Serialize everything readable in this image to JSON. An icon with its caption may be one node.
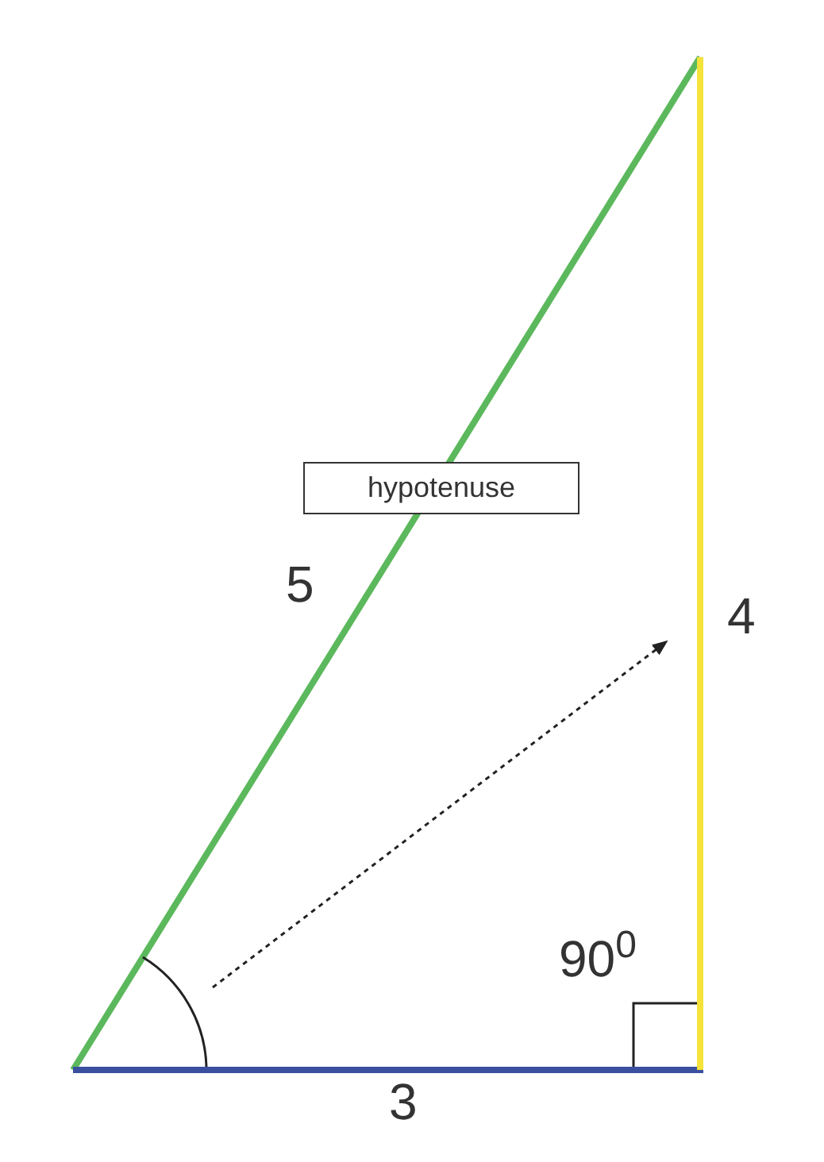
{
  "diagram": {
    "nodes": [
      {
        "text": [
          "hypotenuse"
        ]
      }
    ],
    "labels": [
      "5",
      "4",
      "90$^{0}$",
      "3"
    ]
  }
}
